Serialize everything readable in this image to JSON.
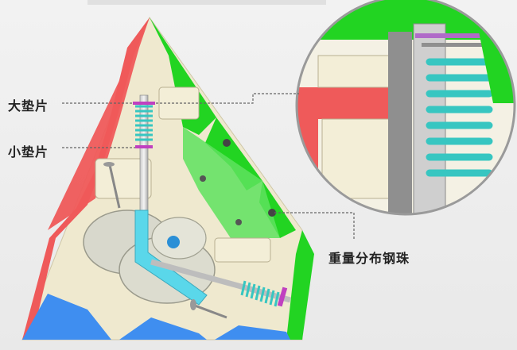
{
  "callouts": {
    "large_washer": "大垫片",
    "small_washer": "小垫片",
    "weight_balls": "重量分布钢珠"
  },
  "colors": {
    "red_face": "#ef5a5a",
    "green_face": "#22d422",
    "blue_face": "#3f8ef0",
    "cream_internal": "#efe9cf",
    "spring_teal": "#37c6c1",
    "leader_line": "#666666"
  }
}
